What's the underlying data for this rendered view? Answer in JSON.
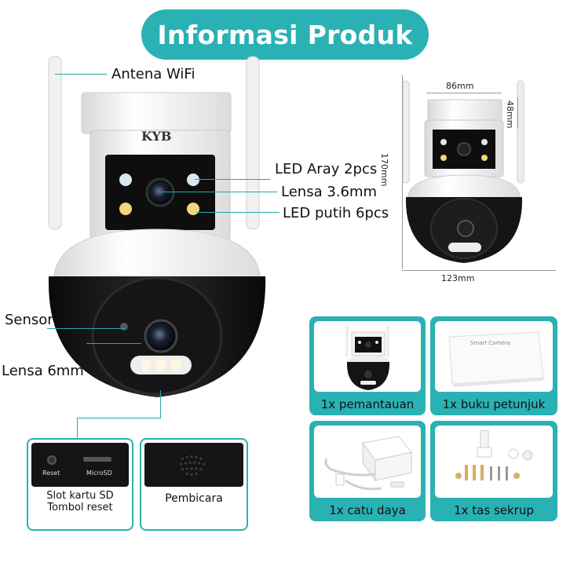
{
  "title": "Informasi Produk",
  "brand": "KYB",
  "callouts": {
    "antenna": "Antena WiFi",
    "led_array": "LED Aray 2pcs",
    "lens_top": "Lensa 3.6mm",
    "led_white": "LED putih 6pcs",
    "sensor": "Sensor",
    "lens_bottom": "Lensa 6mm"
  },
  "dimensions": {
    "width_top": "86mm",
    "height_top": "48mm",
    "height_total": "170mm",
    "width_bottom": "123mm"
  },
  "panels": {
    "sd_slot": {
      "line1": "Slot kartu SD",
      "line2": "Tombol reset",
      "reset_text": "Reset",
      "microsd_text": "MicroSD"
    },
    "speaker": {
      "label": "Pembicara"
    }
  },
  "package": [
    {
      "label": "1x pemantauan"
    },
    {
      "label": "1x buku petunjuk"
    },
    {
      "label": "1x catu daya"
    },
    {
      "label": "1x tas sekrup"
    }
  ],
  "manual_cover_text": "Smart Camera",
  "colors": {
    "accent": "#2ab1b4",
    "lead": "#2aa7aa",
    "body_white": "#f4f4f4",
    "dome_black": "#141414"
  }
}
